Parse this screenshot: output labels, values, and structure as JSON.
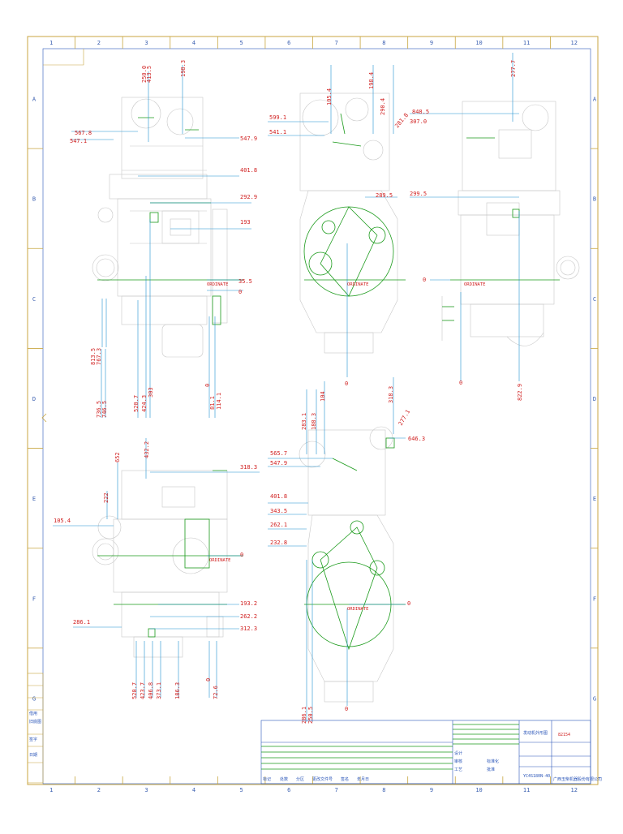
{
  "grid": {
    "cols": [
      "1",
      "2",
      "3",
      "4",
      "5",
      "6",
      "7",
      "8",
      "9",
      "10",
      "11",
      "12"
    ],
    "rows": [
      "A",
      "B",
      "C",
      "D",
      "E",
      "F",
      "G"
    ]
  },
  "views": {
    "front_left": {
      "dims_top": [
        "567.8",
        "547.1",
        "547.9",
        "401.8",
        "292.9",
        "193",
        "35.5",
        "0"
      ],
      "dims_vertical": [
        "250.0",
        "413.5",
        "198.3"
      ],
      "dims_bottom": [
        "813.5",
        "767.3",
        "736.5",
        "746.5",
        "520.7",
        "424.3",
        "303",
        "0",
        "81.1",
        "114.1"
      ],
      "coord_label": "ORDINATE"
    },
    "front_mid": {
      "dims_left": [
        "599.1",
        "541.1",
        "289.5"
      ],
      "dims_vertical": [
        "105.4",
        "198.4",
        "290.4",
        "281.8",
        "307.0"
      ],
      "bottom": "0",
      "coord_label": "ORDINATE"
    },
    "front_right": {
      "dims": [
        "848.5",
        "299.5",
        "0"
      ],
      "dims_vertical": [
        "277.7"
      ],
      "bottom": [
        "0",
        "822.9"
      ],
      "coord_label": "ORDINATE"
    },
    "lower_left": {
      "dims": [
        "105.4",
        "318.3",
        "0",
        "193.2",
        "262.2",
        "312.3",
        "286.1"
      ],
      "dims_vertical": [
        "652",
        "432.2",
        "222"
      ],
      "bottom": [
        "520.7",
        "423.7",
        "406.8",
        "373.1",
        "186.3",
        "0",
        "72.6"
      ],
      "coord_label": "ORDINATE"
    },
    "lower_right": {
      "dims": [
        "565.7",
        "547.9",
        "401.8",
        "343.5",
        "262.1",
        "232.8",
        "0",
        "646.3"
      ],
      "dims_vertical": [
        "283.1",
        "188.3",
        "104",
        "318.3",
        "277.1"
      ],
      "bottom": [
        "0",
        "286.1",
        "250.5"
      ],
      "coord_label": "ORDINATE"
    }
  },
  "title_block": {
    "drawing_no": "82154",
    "part_name": "发动机外形图",
    "model": "YC4S180N-40",
    "company": "广西玉柴机器股份有限公司",
    "stamp_labels": [
      "标记",
      "处数",
      "分区",
      "更改文件号",
      "签名",
      "年月日"
    ],
    "info_labels": [
      "设计",
      "审核",
      "工艺",
      "标准化",
      "批准"
    ]
  },
  "left_strip": [
    "借用",
    "旧底图",
    "签字",
    "日期"
  ]
}
